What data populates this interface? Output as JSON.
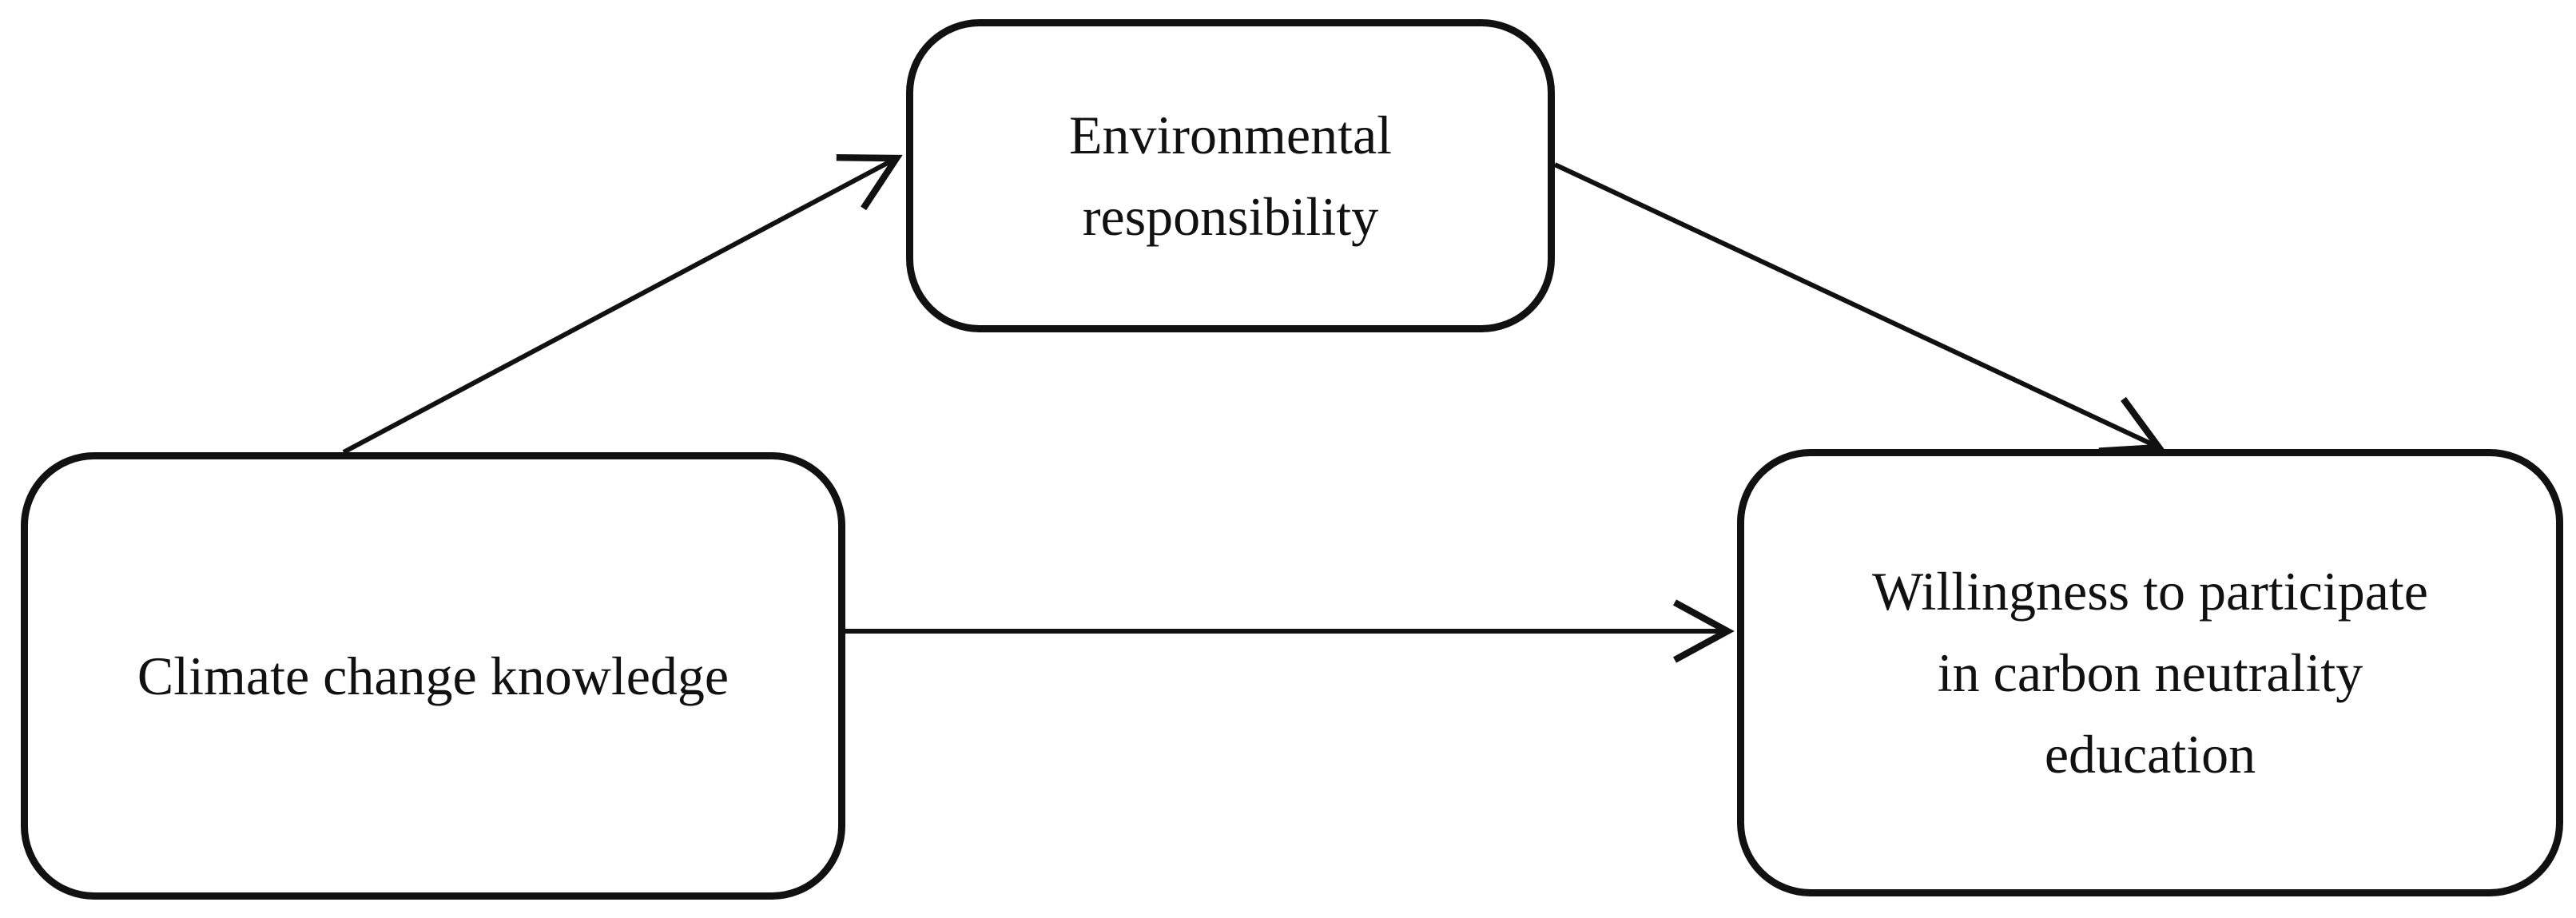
{
  "diagram": {
    "nodes": {
      "mediator": {
        "label": "Environmental\nresponsibility"
      },
      "predictor": {
        "label": "Climate change knowledge"
      },
      "outcome": {
        "label": "Willingness to participate\nin carbon neutrality\neducation"
      }
    },
    "edges": [
      {
        "from": "predictor",
        "to": "mediator"
      },
      {
        "from": "mediator",
        "to": "outcome"
      },
      {
        "from": "predictor",
        "to": "outcome"
      }
    ],
    "colors": {
      "stroke": "#111111",
      "background": "#ffffff"
    }
  }
}
